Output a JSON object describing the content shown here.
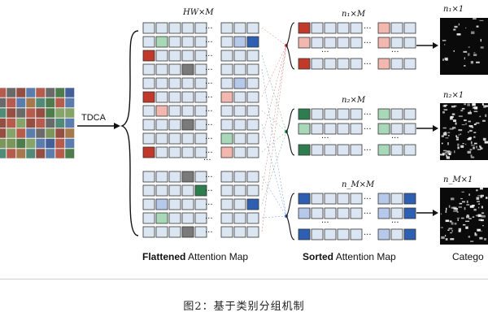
{
  "figure": {
    "tdca_label": "TDCA",
    "flattened_top_label": "HW×M",
    "flattened_caption_bold": "Flattened",
    "flattened_caption_rest": " Attention Map",
    "sorted_caption_bold": "Sorted",
    "sorted_caption_rest": " Attention Map",
    "category_caption": "Catego",
    "group_labels": [
      "n₁×M",
      "n₂×M",
      "n_M×M"
    ],
    "category_labels": [
      "n₁×1",
      "n₂×1",
      "n_M×1"
    ],
    "ellipsis": "···",
    "vertical_ellipsis": "⋮"
  },
  "caption": "图2：基于类别分组机制",
  "colors": {
    "cell_base": "#dce6f2",
    "red": "#c0392b",
    "red_light": "#f2b8b0",
    "green": "#2e7d4f",
    "green_light": "#a9d8b8",
    "blue": "#2f5fb3",
    "blue_light": "#b7c9ea",
    "gray": "#7a7a7a",
    "border": "#333333"
  }
}
